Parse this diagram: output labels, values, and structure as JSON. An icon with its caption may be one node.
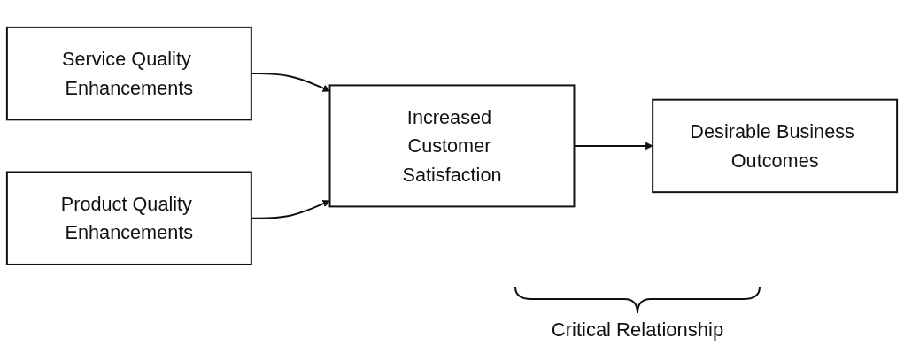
{
  "diagram": {
    "nodes": [
      {
        "text": [
          "Service Quality Enhancements"
        ]
      },
      {
        "text": [
          "Increased Customer Satisfaction"
        ]
      },
      {
        "text": [
          "Desirable Business Outcomes"
        ]
      },
      {
        "text": [
          "Product Quality Enhancements"
        ]
      }
    ],
    "edges": [
      {
        "from": 0,
        "to": 1,
        "arrow": "to"
      },
      {
        "from": 3,
        "to": 1,
        "arrow": "to"
      },
      {
        "from": 1,
        "to": 2,
        "arrow": "to"
      }
    ],
    "labels": [
      "Critical Relationship"
    ]
  }
}
